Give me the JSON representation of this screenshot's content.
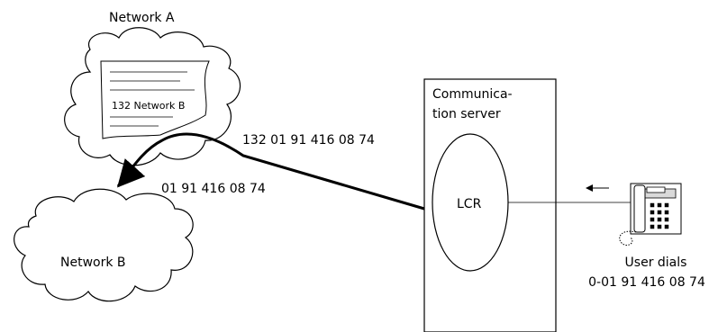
{
  "network_a": {
    "label": "Network A",
    "document_label": "132 Network B"
  },
  "network_b": {
    "label": "Network B"
  },
  "routed_number": "132 01 91 416 08 74",
  "delivered_number": "01 91 416 08 74",
  "server": {
    "title_line1": "Communica-",
    "title_line2": "tion server",
    "lcr_label": "LCR"
  },
  "user": {
    "line1": "User dials",
    "line2": "0-01 91 416 08 74"
  }
}
